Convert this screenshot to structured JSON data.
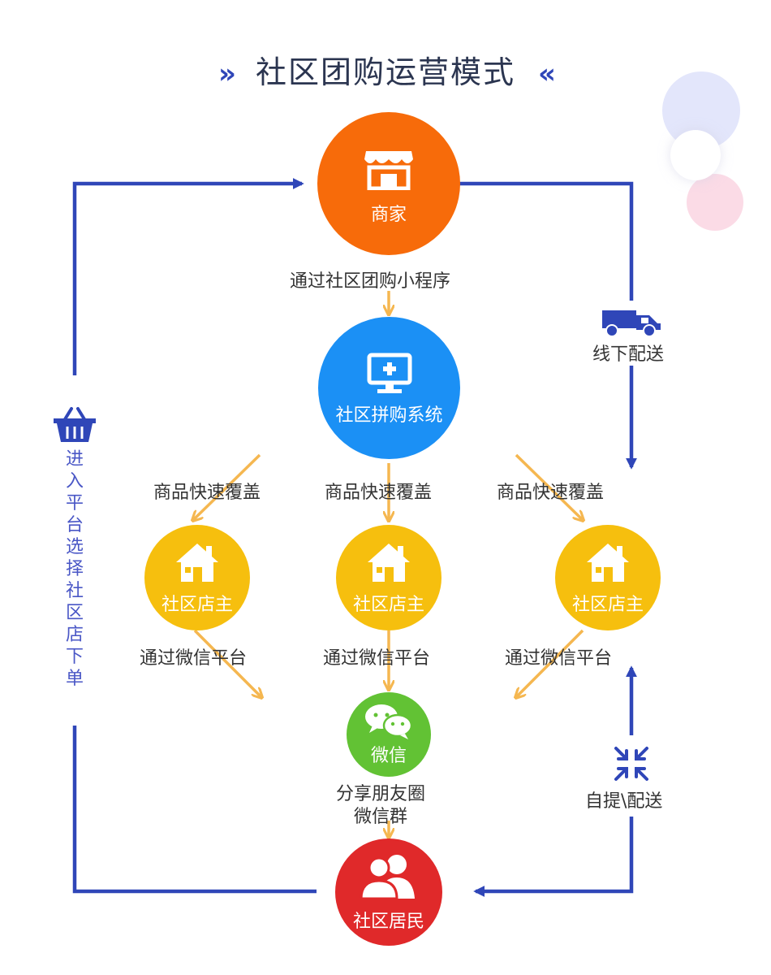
{
  "title": "社区团购运营模式",
  "title_left_mark": "»",
  "title_right_mark": "«",
  "colors": {
    "flow_blue": "#2f46b8",
    "flow_orange": "#f5b750",
    "merchant": "#f76b0a",
    "system": "#1b90f5",
    "shop_owner": "#f6bf0e",
    "wechat": "#62c234",
    "resident": "#e0292a"
  },
  "nodes": {
    "merchant": {
      "label": "商家",
      "icon": "storefront-icon"
    },
    "system": {
      "label": "社区拼购系统",
      "icon": "monitor-plus-icon"
    },
    "shop_owner_left": {
      "label": "社区店主",
      "icon": "house-icon"
    },
    "shop_owner_center": {
      "label": "社区店主",
      "icon": "house-icon"
    },
    "shop_owner_right": {
      "label": "社区店主",
      "icon": "house-icon"
    },
    "wechat": {
      "label": "微信",
      "icon": "wechat-icon"
    },
    "resident": {
      "label": "社区居民",
      "icon": "people-icon"
    }
  },
  "edge_labels": {
    "via_mini_program": "通过社区团购小程序",
    "fast_coverage_left": "商品快速覆盖",
    "fast_coverage_center": "商品快速覆盖",
    "fast_coverage_right": "商品快速覆盖",
    "via_wechat_left": "通过微信平台",
    "via_wechat_center": "通过微信平台",
    "via_wechat_right": "通过微信平台",
    "share_line1": "分享朋友圈",
    "share_line2": "微信群",
    "offline_delivery": "线下配送",
    "pickup_delivery": "自提\\配送",
    "enter_platform": "进入平台选择社区店下单"
  }
}
